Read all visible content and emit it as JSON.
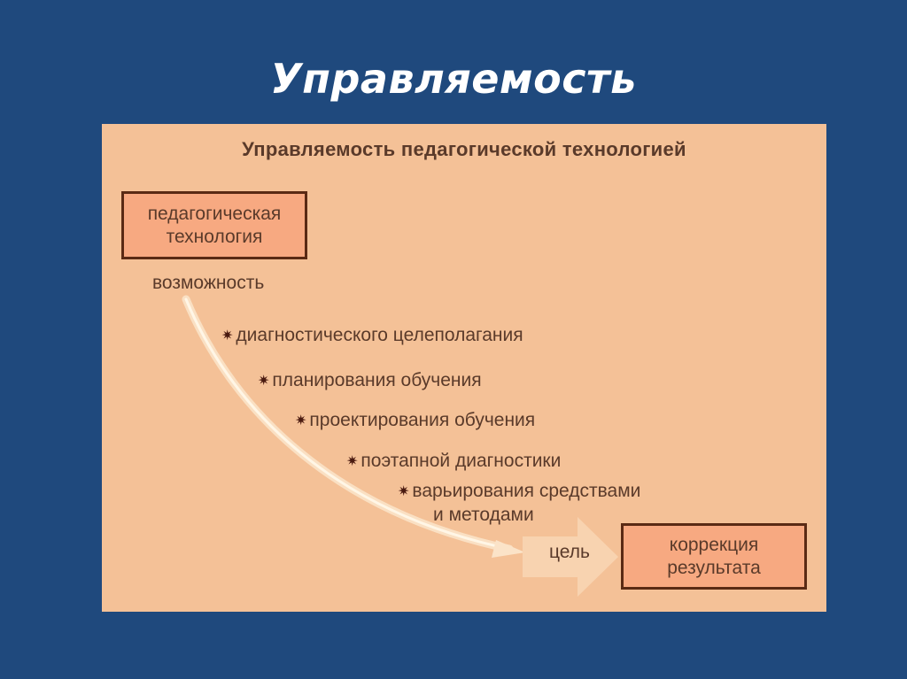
{
  "slide": {
    "title": "Управляемость"
  },
  "diagram": {
    "title": "Управляемость педагогической технологией",
    "source_box": {
      "line1": "педагогическая",
      "line2": "технология"
    },
    "possibility_label": "возможность",
    "items": [
      {
        "label": "диагностического целеполагания"
      },
      {
        "label": "планирования обучения"
      },
      {
        "label": "проектирования обучения"
      },
      {
        "label": "поэтапной диагностики"
      },
      {
        "label": "варьирования средствами",
        "label2": "и методами"
      }
    ],
    "bullet_icon": "✷",
    "goal_label": "цель",
    "target_box": {
      "line1": "коррекция",
      "line2": "результата"
    },
    "colors": {
      "background": "#1f497d",
      "panel": "#f4c197",
      "box_fill": "#f7a981",
      "box_border": "#5a2a14",
      "text": "#5a3a2a"
    }
  }
}
